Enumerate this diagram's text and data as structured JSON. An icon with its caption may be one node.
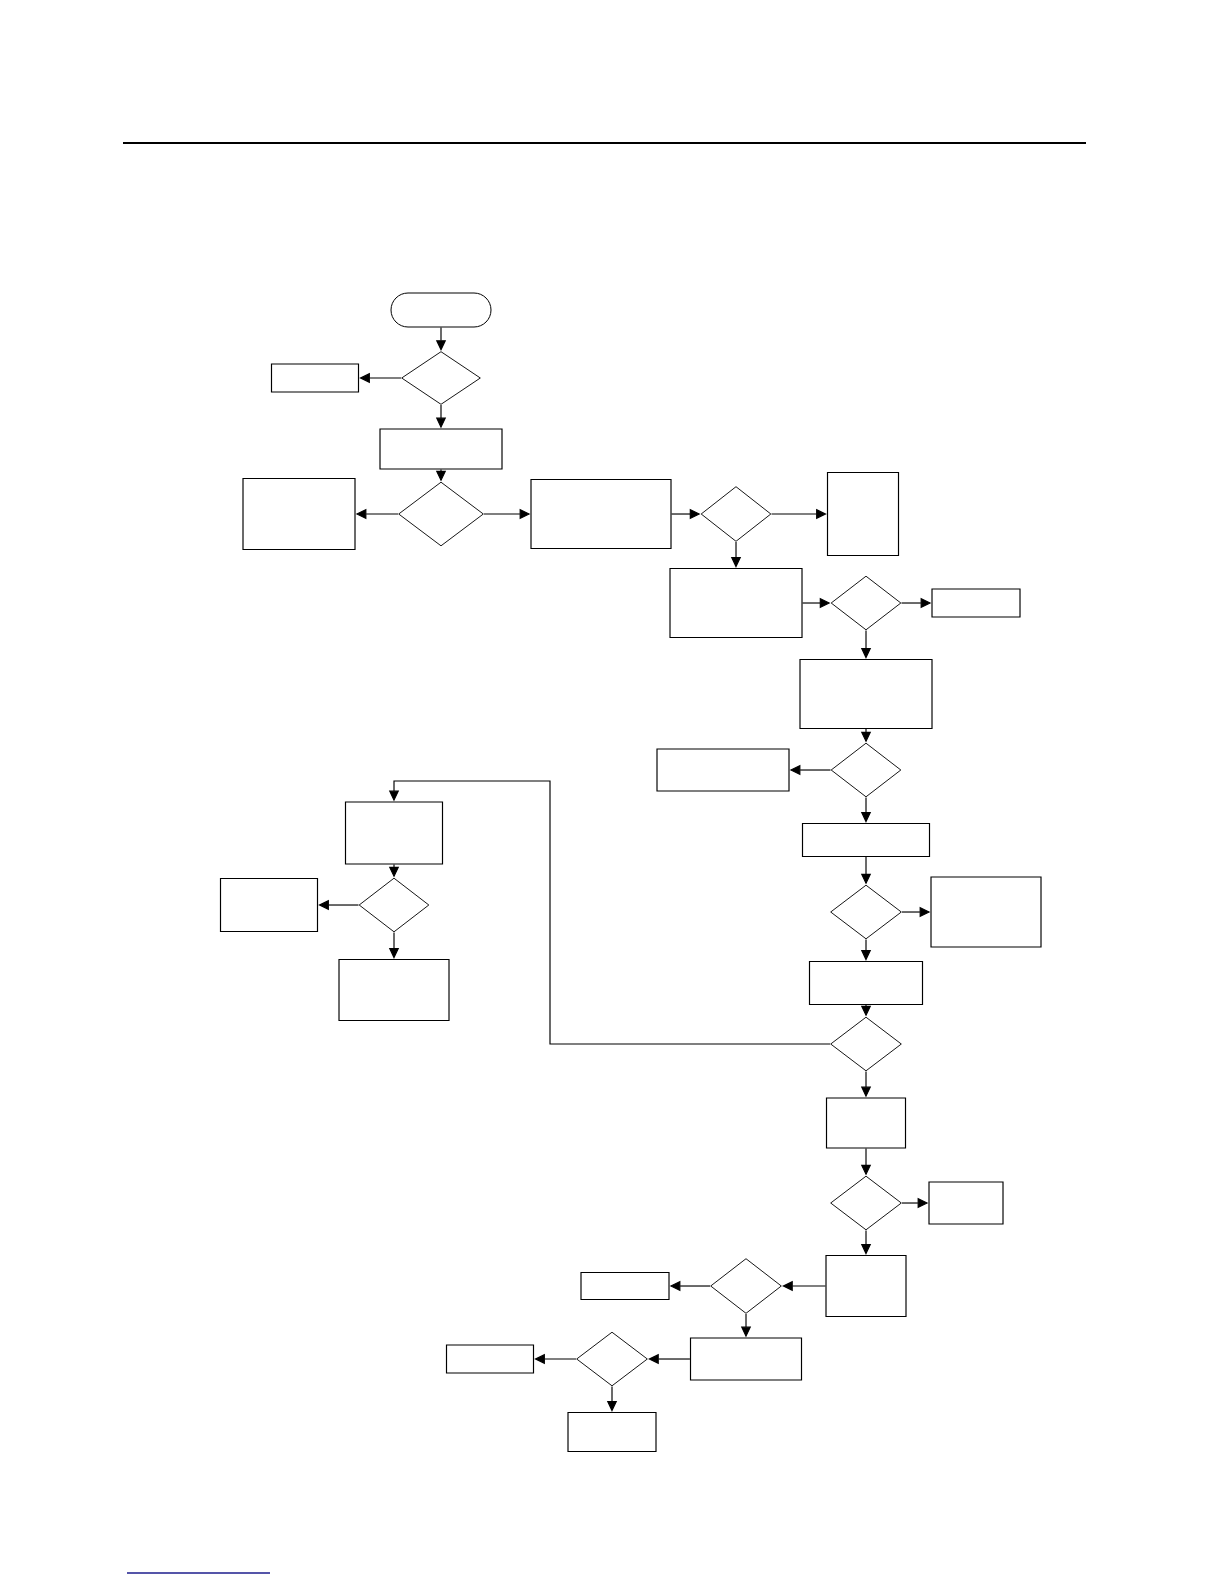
{
  "diagram": {
    "nodes": [
      {
        "text": [],
        "shape": "oval"
      },
      {
        "text": [],
        "shape": "diamond"
      },
      {
        "text": [],
        "shape": "box"
      },
      {
        "text": [],
        "shape": "box"
      },
      {
        "text": [],
        "shape": "box"
      },
      {
        "text": [],
        "shape": "diamond"
      },
      {
        "text": [],
        "shape": "box"
      },
      {
        "text": [],
        "shape": "diamond"
      },
      {
        "text": [],
        "shape": "box"
      },
      {
        "text": [],
        "shape": "box"
      },
      {
        "text": [],
        "shape": "diamond"
      },
      {
        "text": [],
        "shape": "box"
      },
      {
        "text": [],
        "shape": "box"
      },
      {
        "text": [],
        "shape": "box"
      },
      {
        "text": [],
        "shape": "diamond"
      },
      {
        "text": [],
        "shape": "box"
      },
      {
        "text": [],
        "shape": "box"
      },
      {
        "text": [],
        "shape": "box"
      },
      {
        "text": [],
        "shape": "diamond"
      },
      {
        "text": [],
        "shape": "diamond"
      },
      {
        "text": [],
        "shape": "box"
      },
      {
        "text": [],
        "shape": "box"
      },
      {
        "text": [],
        "shape": "box"
      },
      {
        "text": [],
        "shape": "diamond"
      },
      {
        "text": [],
        "shape": "box"
      },
      {
        "text": [],
        "shape": "diamond"
      },
      {
        "text": [],
        "shape": "box"
      },
      {
        "text": [],
        "shape": "box"
      },
      {
        "text": [],
        "shape": "box"
      },
      {
        "text": [],
        "shape": "diamond"
      },
      {
        "text": [],
        "shape": "box"
      },
      {
        "text": [],
        "shape": "box"
      },
      {
        "text": [],
        "shape": "diamond"
      },
      {
        "text": [],
        "shape": "box"
      }
    ],
    "edges": [
      {
        "from": 0,
        "to": 1,
        "arrow": "to"
      },
      {
        "from": 1,
        "to": 2,
        "arrow": "to"
      },
      {
        "from": 1,
        "to": 3,
        "arrow": "to"
      },
      {
        "from": 3,
        "to": 5,
        "arrow": "to"
      },
      {
        "from": 5,
        "to": 4,
        "arrow": "to"
      },
      {
        "from": 5,
        "to": 6,
        "arrow": "to"
      },
      {
        "from": 6,
        "to": 7,
        "arrow": "to"
      },
      {
        "from": 7,
        "to": 8,
        "arrow": "to"
      },
      {
        "from": 7,
        "to": 9,
        "arrow": "to"
      },
      {
        "from": 9,
        "to": 10,
        "arrow": "to"
      },
      {
        "from": 10,
        "to": 11,
        "arrow": "to"
      },
      {
        "from": 10,
        "to": 12,
        "arrow": "to"
      },
      {
        "from": 12,
        "to": 14,
        "arrow": "to"
      },
      {
        "from": 14,
        "to": 13,
        "arrow": "to"
      },
      {
        "from": 14,
        "to": 16,
        "arrow": "to"
      },
      {
        "from": 16,
        "to": 19,
        "arrow": "to"
      },
      {
        "from": 19,
        "to": 20,
        "arrow": "to"
      },
      {
        "from": 19,
        "to": 22,
        "arrow": "to"
      },
      {
        "from": 22,
        "to": 23,
        "arrow": "to"
      },
      {
        "from": 23,
        "to": 15,
        "arrow": "to"
      },
      {
        "from": 15,
        "to": 18,
        "arrow": "to"
      },
      {
        "from": 18,
        "to": 17,
        "arrow": "to"
      },
      {
        "from": 18,
        "to": 21,
        "arrow": "to"
      },
      {
        "from": 23,
        "to": 24,
        "arrow": "to"
      },
      {
        "from": 24,
        "to": 25,
        "arrow": "to"
      },
      {
        "from": 25,
        "to": 26,
        "arrow": "to"
      },
      {
        "from": 25,
        "to": 27,
        "arrow": "to"
      },
      {
        "from": 27,
        "to": 29,
        "arrow": "to"
      },
      {
        "from": 29,
        "to": 28,
        "arrow": "to"
      },
      {
        "from": 29,
        "to": 30,
        "arrow": "to"
      },
      {
        "from": 30,
        "to": 32,
        "arrow": "to"
      },
      {
        "from": 32,
        "to": 31,
        "arrow": "to"
      },
      {
        "from": 32,
        "to": 33,
        "arrow": "to"
      }
    ]
  }
}
